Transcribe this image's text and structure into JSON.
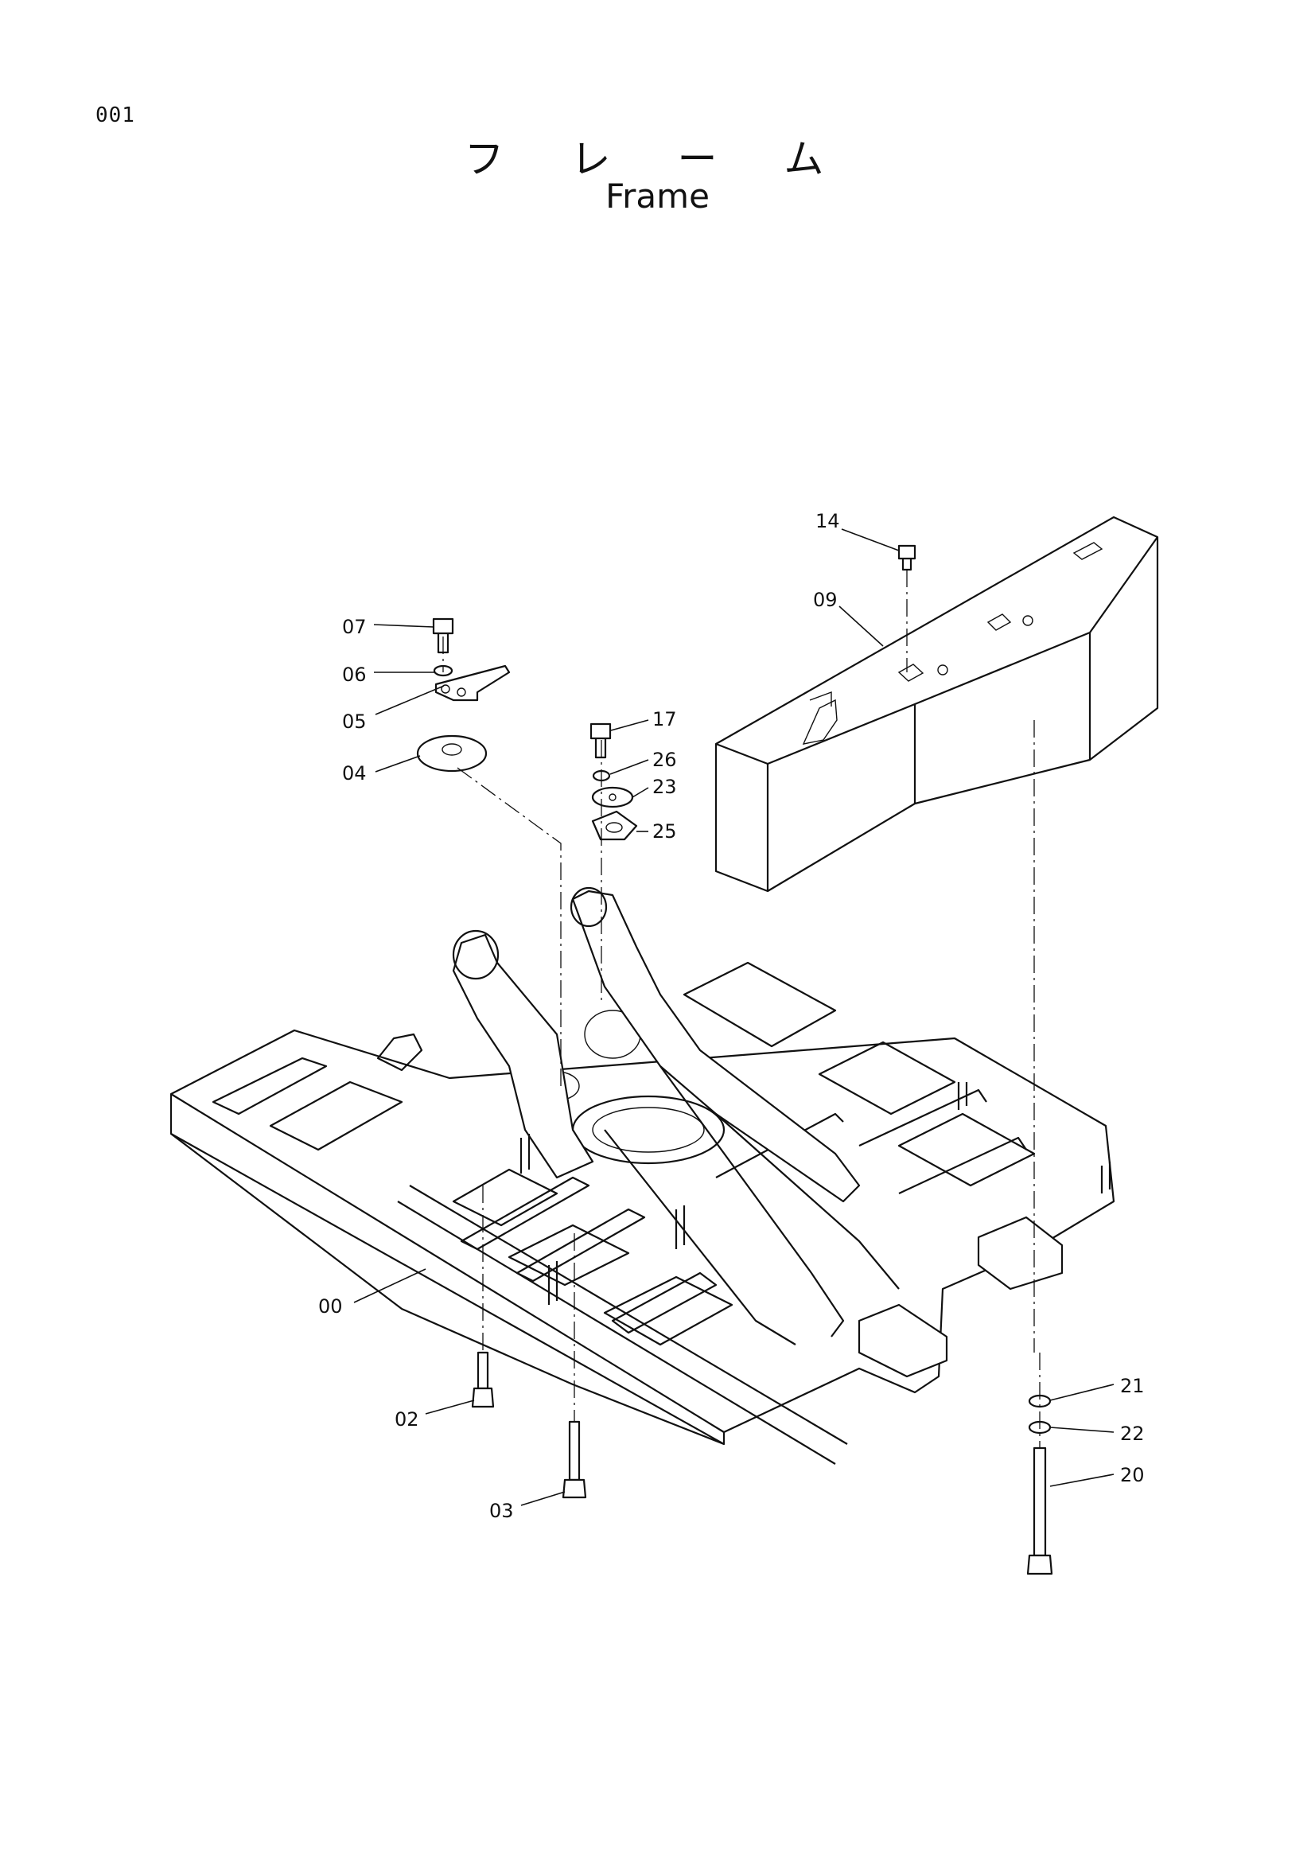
{
  "page_number": "001",
  "title_jp": "フ レ ー ム",
  "title_en": "Frame",
  "callouts": [
    "07",
    "06",
    "05",
    "04",
    "17",
    "26",
    "23",
    "25",
    "14",
    "09",
    "00",
    "02",
    "03",
    "21",
    "22",
    "20"
  ]
}
